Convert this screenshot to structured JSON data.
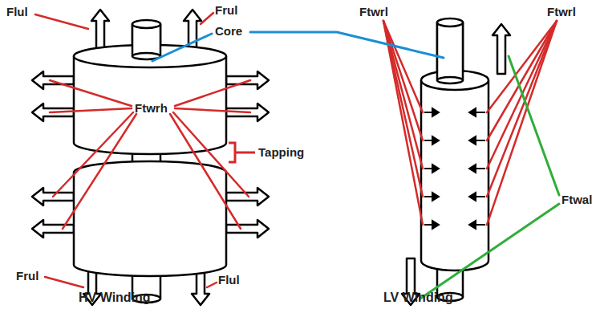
{
  "diagram": {
    "labels": [
      "Flul",
      "Frul",
      "Ftwrl",
      "Ftwrl",
      "Core",
      "Ftwrh",
      "Tapping",
      "Ftwal",
      "Frul",
      "Flul",
      "HV Winding",
      "LV Winding"
    ]
  }
}
